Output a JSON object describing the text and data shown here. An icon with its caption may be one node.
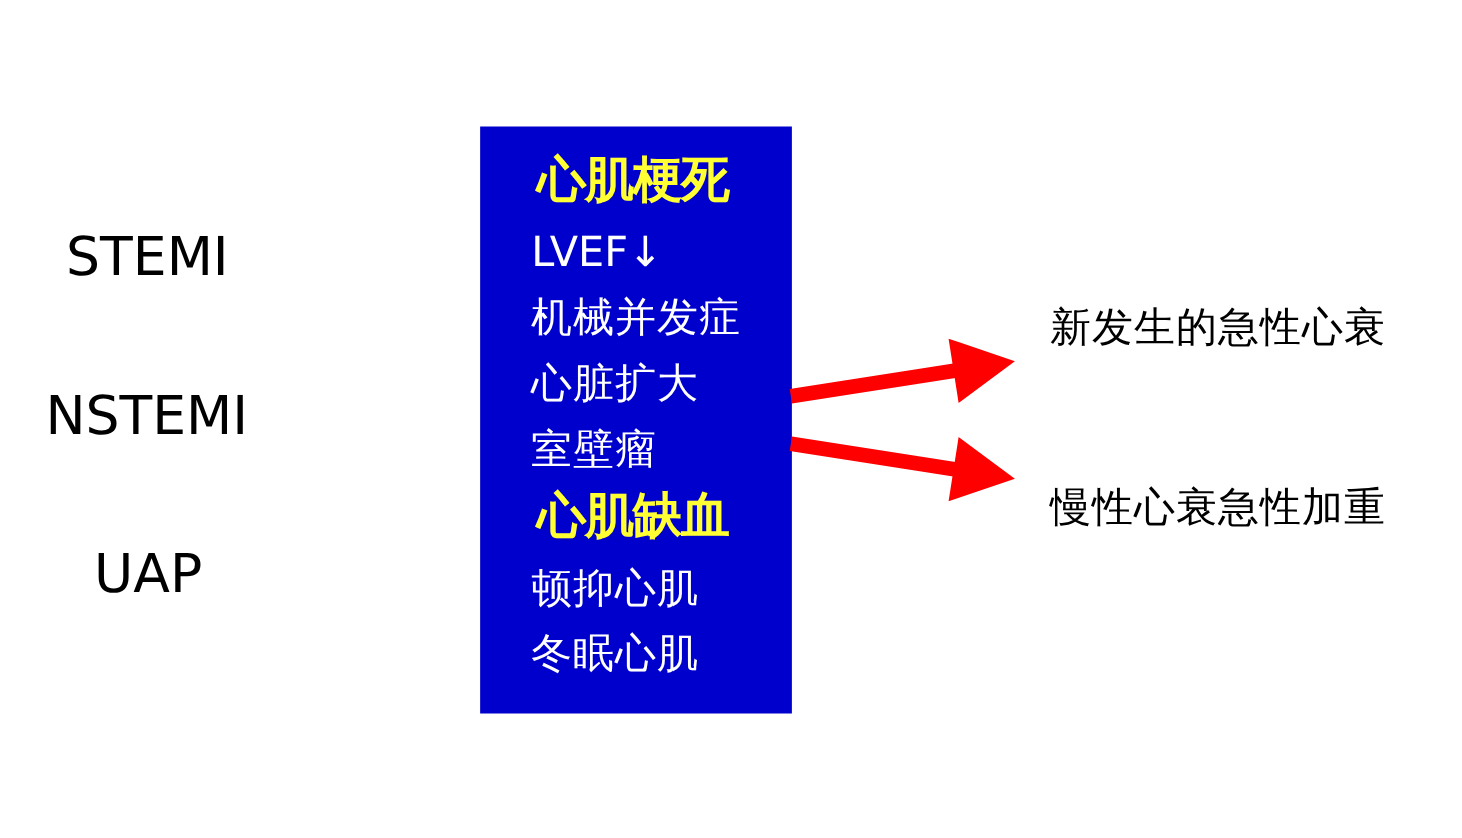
{
  "diagram": {
    "nodes": [
      {
        "text": [
          "心肌梗死",
          "LVEF↓",
          "机械并发症",
          "心脏扩大",
          "室壁瘤",
          "心肌缺血",
          "顿抑心肌",
          "冬眠心肌"
        ]
      },
      {
        "text": [
          "新发生的急性心衰"
        ]
      },
      {
        "text": [
          "慢性心衰急性加重"
        ]
      }
    ],
    "edges": [
      {
        "from": 0,
        "to": 1,
        "arrow": "to"
      },
      {
        "from": 0,
        "to": 2,
        "arrow": "to"
      }
    ],
    "labels": [
      "STEMI",
      "NSTEMI",
      "UAP"
    ]
  }
}
